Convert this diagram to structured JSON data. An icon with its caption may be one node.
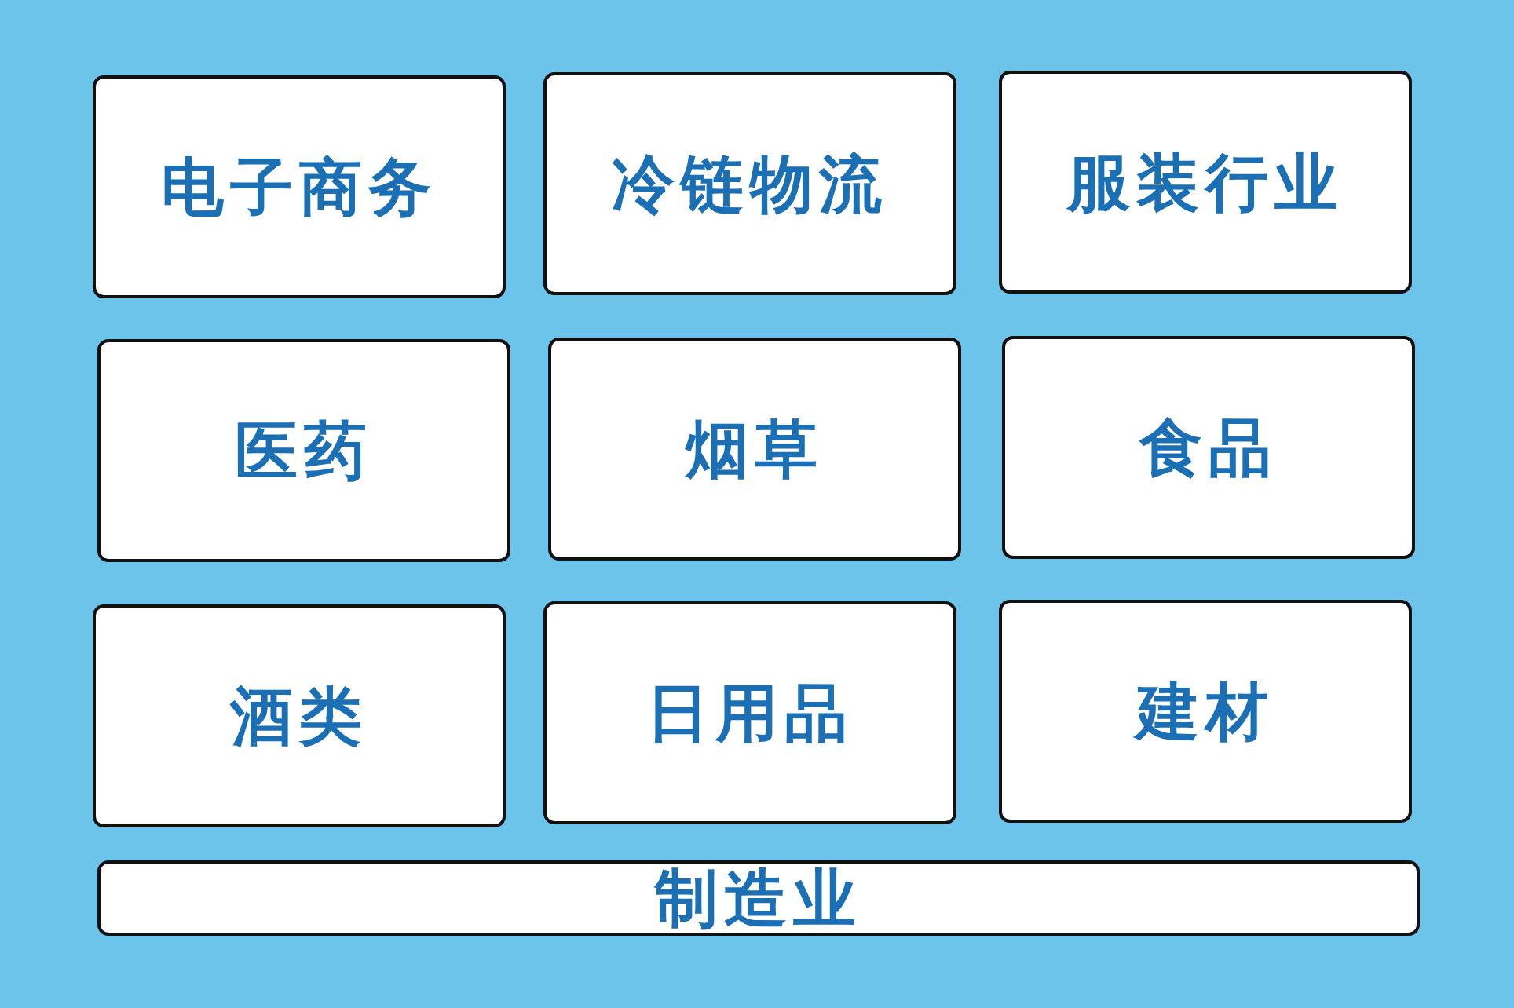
{
  "diagram": {
    "nodes": [
      {
        "text": [
          "电子商务"
        ]
      },
      {
        "text": [
          "冷链物流"
        ]
      },
      {
        "text": [
          "服装行业"
        ]
      },
      {
        "text": [
          "医药"
        ]
      },
      {
        "text": [
          "烟草"
        ]
      },
      {
        "text": [
          "食品"
        ]
      },
      {
        "text": [
          "酒类"
        ]
      },
      {
        "text": [
          "日用品"
        ]
      },
      {
        "text": [
          "建材"
        ]
      },
      {
        "text": [
          "制造业"
        ]
      }
    ]
  }
}
